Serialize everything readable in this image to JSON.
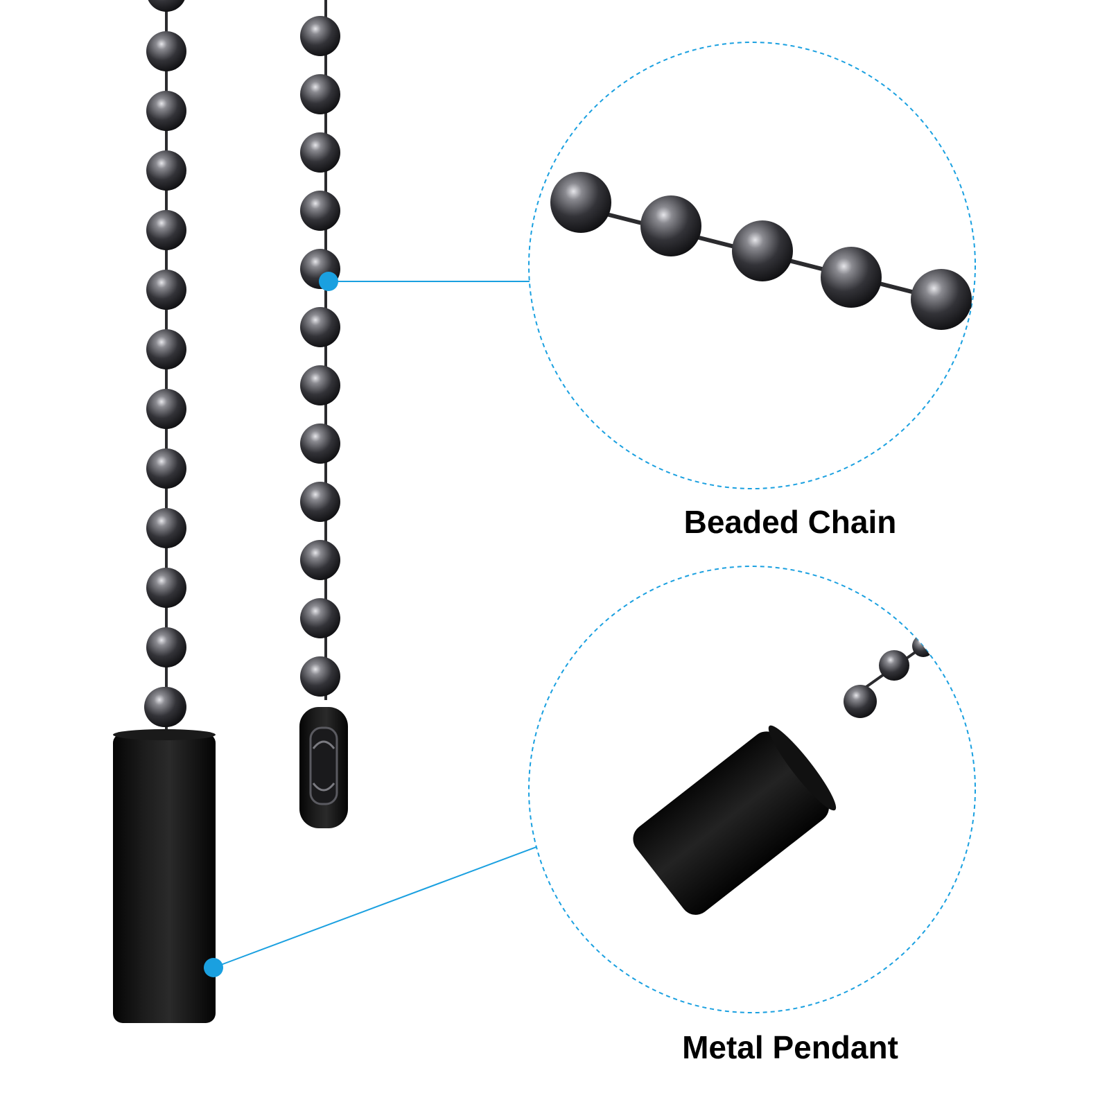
{
  "labels": {
    "beaded_chain": "Beaded Chain",
    "metal_pendant": "Metal Pendant"
  },
  "colors": {
    "callout": "#1aa0e0",
    "metal": "#2b2b2e",
    "pendant": "#0e0e0e",
    "background": "#ffffff"
  },
  "icons": {
    "chain": "beaded-chain",
    "pendant": "cylinder-pendant",
    "connector": "ball-chain-connector"
  }
}
